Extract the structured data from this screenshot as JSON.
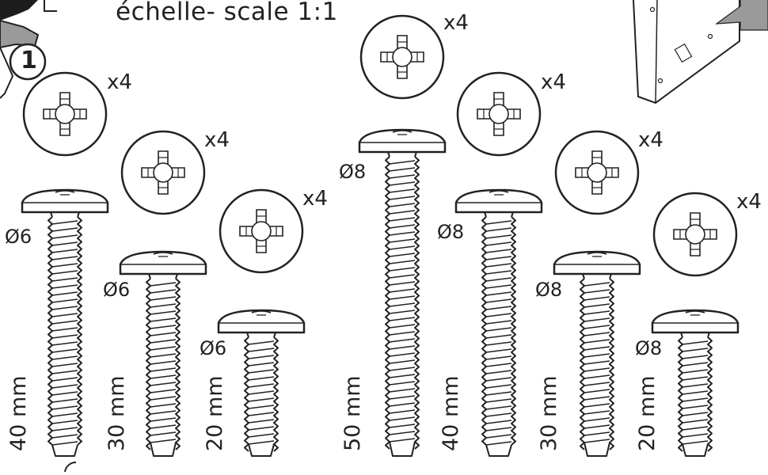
{
  "header": {
    "scale_label": "échelle- scale 1:1"
  },
  "step": {
    "number": "1"
  },
  "colors": {
    "stroke": "#222222",
    "head_fill": "#ffffff",
    "accent": "#9a9a9a"
  },
  "screws": [
    {
      "id": "a",
      "diameter": "Ø6",
      "length": "40 mm",
      "quantity": "x4"
    },
    {
      "id": "b",
      "diameter": "Ø6",
      "length": "30 mm",
      "quantity": "x4"
    },
    {
      "id": "c",
      "diameter": "Ø6",
      "length": "20 mm",
      "quantity": "x4"
    },
    {
      "id": "d",
      "diameter": "Ø8",
      "length": "50 mm",
      "quantity": "x4"
    },
    {
      "id": "e",
      "diameter": "Ø8",
      "length": "40 mm",
      "quantity": "x4"
    },
    {
      "id": "f",
      "diameter": "Ø8",
      "length": "30 mm",
      "quantity": "x4"
    },
    {
      "id": "g",
      "diameter": "Ø8",
      "length": "20 mm",
      "quantity": "x4"
    }
  ]
}
